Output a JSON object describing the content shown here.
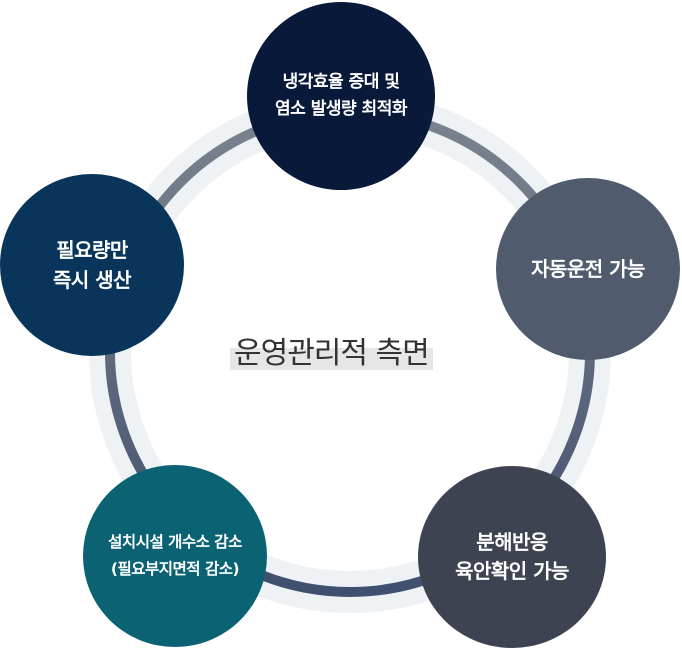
{
  "diagram": {
    "title": "운영관리적 측면",
    "colors": {
      "ring_outer": "#eef2f5",
      "ring_inner_top": "#717b89",
      "ring_inner_bottom": "#3f4f6e",
      "title_highlight": "#e6e6e6",
      "title_text": "#333333"
    },
    "nodes": [
      {
        "id": "top",
        "lines": [
          "냉각효율 증대 및",
          "염소 발생량 최적화"
        ],
        "color": "#08193a"
      },
      {
        "id": "right",
        "lines": [
          "자동운전 가능"
        ],
        "color": "#505b6d"
      },
      {
        "id": "bottom-right",
        "lines": [
          "분해반응",
          "육안확인 가능"
        ],
        "color": "#3d4350"
      },
      {
        "id": "bottom-left",
        "lines": [
          "설치시설 개수소 감소",
          "(필요부지면적 감소)"
        ],
        "color": "#0a6273"
      },
      {
        "id": "left",
        "lines": [
          "필요량만",
          "즉시 생산"
        ],
        "color": "#083559"
      }
    ]
  }
}
